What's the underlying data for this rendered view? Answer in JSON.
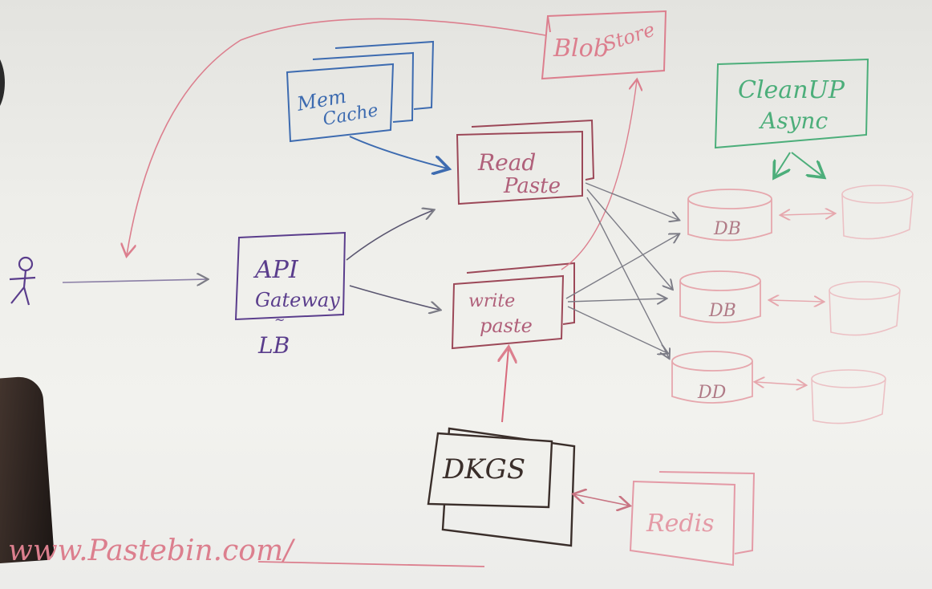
{
  "colors": {
    "pink": "#dc7f8e",
    "maroon": "#9c4858",
    "blue": "#3d6bb0",
    "purple": "#5a3d8c",
    "green": "#4cae7a",
    "dark": "#3a2e2a",
    "gray": "#7c7c86",
    "faint_pink": "#e6a7ad"
  },
  "labels": {
    "blob_store": [
      "Blob",
      "Store"
    ],
    "mem_cache": [
      "Mem",
      "Cache"
    ],
    "read_paste": [
      "Read",
      "Paste"
    ],
    "write_paste": [
      "write",
      "paste"
    ],
    "cleanup": [
      "CleanUP",
      "Async"
    ],
    "api_gateway": [
      "API",
      "Gateway"
    ],
    "lb": "LB",
    "db": [
      "DB",
      "DB",
      "DD"
    ],
    "dkgs": "DKGS",
    "redis": "Redis",
    "url": "www.Pastebin.com/"
  },
  "icons": {
    "user": "stick-figure-icon"
  }
}
